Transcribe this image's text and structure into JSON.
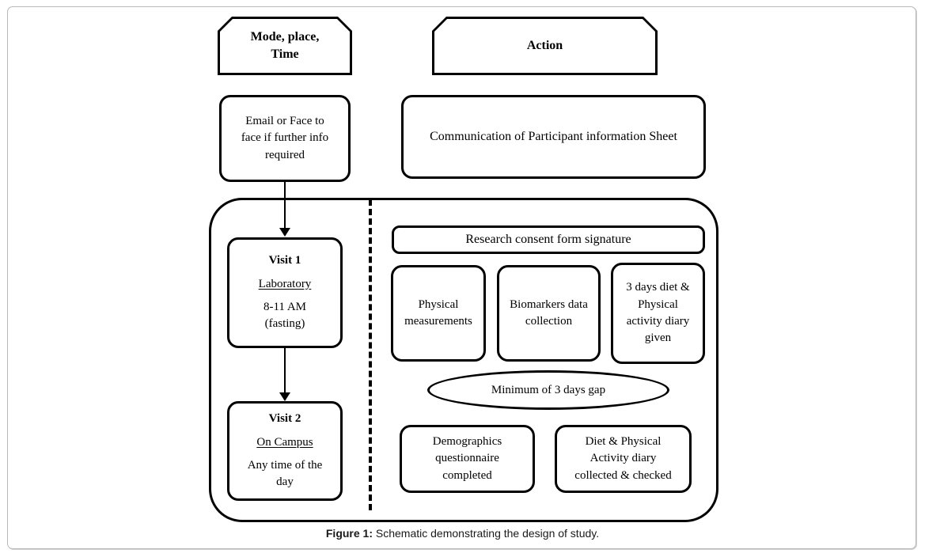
{
  "figure": {
    "caption_label": "Figure 1:",
    "caption_text": "Schematic demonstrating the design of study."
  },
  "headers": {
    "left": "Mode, place, Time",
    "left_line1": "Mode, place,",
    "left_line2": "Time",
    "right": "Action"
  },
  "chart_data": {
    "type": "diagram",
    "title": "Schematic demonstrating the design of study.",
    "columns": [
      "Mode, place, Time",
      "Action"
    ],
    "nodes": [
      {
        "id": "contact-mode",
        "column": "Mode, place, Time",
        "text": "Email or Face to face if further info required",
        "shape": "rounded-rect"
      },
      {
        "id": "pis",
        "column": "Action",
        "text": "Communication of Participant information Sheet",
        "shape": "rounded-rect"
      },
      {
        "id": "visit1",
        "column": "Mode, place, Time",
        "text": "Visit 1 / Laboratory / 8-11 AM (fasting)",
        "shape": "rounded-rect"
      },
      {
        "id": "visit2",
        "column": "Mode, place, Time",
        "text": "Visit 2 / On Campus / Any time of the day",
        "shape": "rounded-rect"
      },
      {
        "id": "consent",
        "column": "Action",
        "text": "Research consent form signature",
        "shape": "rounded-rect"
      },
      {
        "id": "physical",
        "column": "Action",
        "text": "Physical measurements",
        "shape": "rounded-rect"
      },
      {
        "id": "biomarkers",
        "column": "Action",
        "text": "Biomarkers data collection",
        "shape": "rounded-rect"
      },
      {
        "id": "diary-given",
        "column": "Action",
        "text": "3 days diet & Physical activity diary given",
        "shape": "rounded-rect"
      },
      {
        "id": "gap",
        "column": "Action",
        "text": "Minimum of 3 days gap",
        "shape": "ellipse"
      },
      {
        "id": "demographics",
        "column": "Action",
        "text": "Demographics questionnaire completed",
        "shape": "rounded-rect"
      },
      {
        "id": "diary-collected",
        "column": "Action",
        "text": "Diet & Physical Activity diary collected & checked",
        "shape": "rounded-rect"
      }
    ],
    "edges": [
      {
        "from": "contact-mode",
        "to": "visit1",
        "style": "solid-arrow"
      },
      {
        "from": "visit1",
        "to": "visit2",
        "style": "solid-arrow"
      }
    ],
    "annotations": [
      "Dashed vertical divider separating Mode/place/Time column from Action column"
    ]
  },
  "boxes": {
    "contact_mode": {
      "line1": "Email or Face to",
      "line2": "face if further info",
      "line3": "required"
    },
    "participant_sheet": {
      "text": "Communication of Participant information Sheet"
    },
    "visit1": {
      "title": "Visit 1",
      "place": "Laboratory",
      "time_line1": "8-11 AM",
      "time_line2": "(fasting)"
    },
    "visit2": {
      "title": "Visit 2",
      "place": "On Campus",
      "time_line1": "Any time of the",
      "time_line2": "day"
    },
    "consent": {
      "text": "Research consent form signature"
    },
    "physical": {
      "line1": "Physical",
      "line2": "measurements"
    },
    "biomarkers": {
      "line1": "Biomarkers data",
      "line2": "collection"
    },
    "diary_given": {
      "line1": "3 days diet &",
      "line2": "Physical",
      "line3": "activity diary",
      "line4": "given"
    },
    "gap": {
      "text": "Minimum of 3 days gap"
    },
    "demographics": {
      "line1": "Demographics",
      "line2": "questionnaire",
      "line3": "completed"
    },
    "diary_collected": {
      "line1": "Diet & Physical",
      "line2": "Activity diary",
      "line3": "collected & checked"
    }
  },
  "colors": {
    "stroke": "#000000",
    "background": "#ffffff",
    "page_frame": "#b9b9b9"
  }
}
